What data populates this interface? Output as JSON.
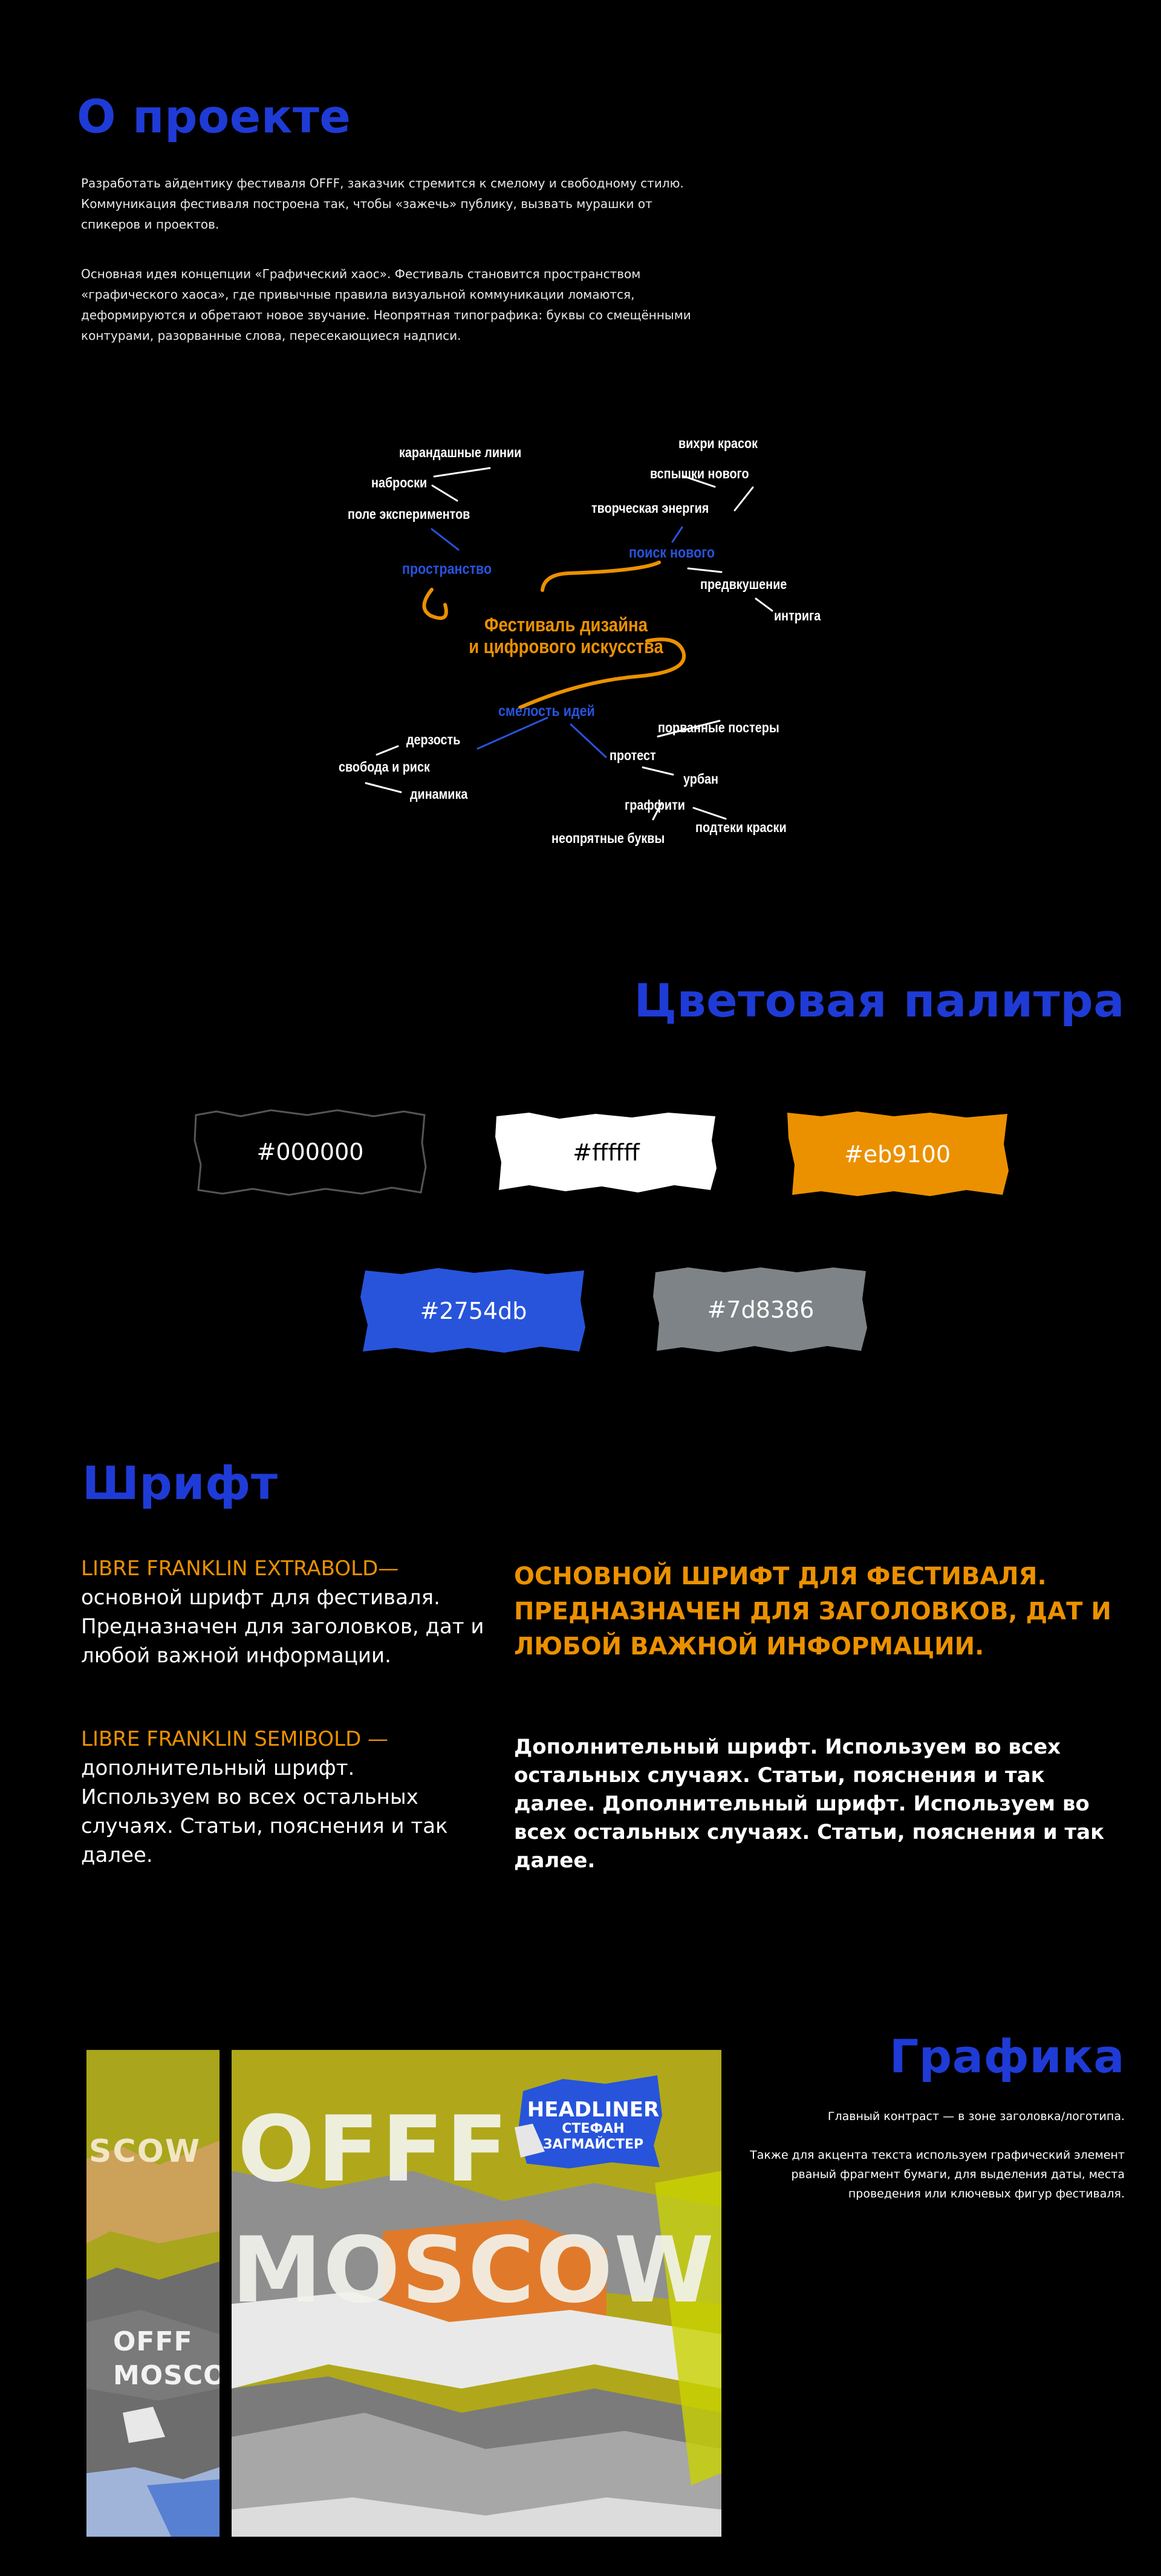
{
  "about": {
    "title": "О проекте",
    "p1": "Разработать айдентику фестиваля OFFF, заказчик стремится к смелому и свободному стилю. Коммуникация фестиваля построена так, чтобы «зажечь» публику, вызвать мурашки от спикеров и проектов.",
    "p2": "Основная идея концепции «Графический хаос». Фестиваль становится пространством «графического хаоса», где привычные правила визуальной коммуникации ломаются, деформируются и обретают новое звучание.  Неопрятная типографика: буквы со смещёнными контурами, разорванные слова, пересекающиеся надписи."
  },
  "mindmap": {
    "center_line1": "Фестиваль дизайна",
    "center_line2": "и цифрового искусства",
    "hubs": {
      "space": "пространство",
      "search": "поиск нового",
      "courage": "смелость идей",
      "protest": "протест"
    },
    "words": {
      "pencil": "карандашные линии",
      "sketches": "наброски",
      "field": "поле экспериментов",
      "swirls": "вихри красок",
      "flashes": "вспышки нового",
      "creative": "творческая энергия",
      "anticipation": "предвкушение",
      "intrigue": "интрига",
      "audacity": "дерзость",
      "freedom": "свобода и риск",
      "dynamics": "динамика",
      "torn": "порванные постеры",
      "urban": "урбан",
      "graffiti": "граффити",
      "drips": "подтеки краски",
      "messy": "неопрятные буквы"
    }
  },
  "palette": {
    "title": "Цветовая палитра",
    "swatches": [
      {
        "label": "#000000",
        "color": "#000000",
        "text": "#ffffff"
      },
      {
        "label": "#ffffff",
        "color": "#ffffff",
        "text": "#000000"
      },
      {
        "label": "#eb9100",
        "color": "#eb9100",
        "text": "#ffffff"
      },
      {
        "label": "#2754db",
        "color": "#2754db",
        "text": "#ffffff"
      },
      {
        "label": "#7d8386",
        "color": "#7d8386",
        "text": "#ffffff"
      }
    ]
  },
  "fonts": {
    "title": "Шрифт",
    "extrabold_name": "LIBRE FRANKLIN EXTRABOLD—",
    "extrabold_desc": "основной шрифт для фестиваля. Предназначен для заголовков, дат и любой важной информации.",
    "extrabold_sample": "Основной шрифт для фестиваля. Предназначен для заголовков, дат и любой важной информации.",
    "semibold_name": "LIBRE FRANKLIN SEMIBOLD —",
    "semibold_desc": "дополнительный шрифт. Используем во всех остальных случаях. Статьи, пояснения и так далее.",
    "semibold_sample": "Дополнительный шрифт. Используем во всех остальных случаях. Статьи, пояснения и так далее. Дополнительный шрифт. Используем во всех остальных случаях. Статьи, пояснения и так далее."
  },
  "graphics": {
    "title": "Графика",
    "p1": "Главный контраст — в зоне заголовка/логотипа.",
    "p2": "Также для акцента текста используем графический элемент рваный фрагмент бумаги, для выделения даты, места проведения или ключевых фигур фестиваля.",
    "poster_left_top": "SCOW",
    "poster_left_logo1": "OFFF",
    "poster_left_logo2": "MOSCO",
    "poster_main_offf": "OFFF",
    "poster_main_moscow": "MOSCOW",
    "sticker_headliner": "HEADLINER",
    "sticker_name1": "СТЕФАН",
    "sticker_name2": "ЗАГМАЙСТЕР"
  },
  "colors": {
    "blue": "#2754db",
    "heading_blue": "#1f3bd6",
    "orange": "#eb9100",
    "gray": "#7d8386"
  }
}
